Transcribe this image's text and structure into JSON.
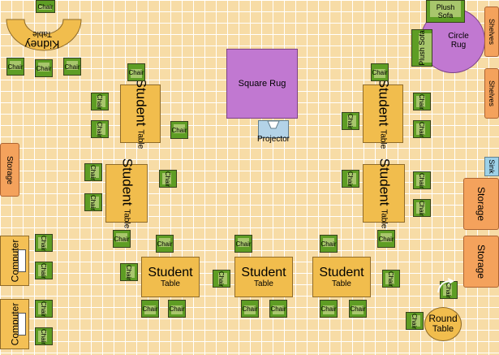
{
  "labels": {
    "chair": "Chair",
    "student": "Student",
    "table": "Table",
    "storage": "Storage",
    "shelves": "Shelves",
    "computer": "Computer",
    "kidney": "Kidney",
    "square_rug": "Square Rug",
    "circle_rug": "Circle Rug",
    "projector": "Projector",
    "sink": "Sink",
    "plush_sofa": "Plush Sofa",
    "plush": "Plush",
    "sofa": "Sofa",
    "round": "Round"
  },
  "colors": {
    "floor": "#f7dca6",
    "grid": "#ffffff",
    "table": "#f1bd4d",
    "chair": "#5e9d24",
    "chair_seat": "#a8c66c",
    "storage": "#f4a25c",
    "rug": "#c178d1",
    "projector": "#b3d3e7",
    "sink": "#9dd1e8"
  },
  "icons": [
    "kidney-table-icon",
    "projector-icon",
    "keyboard-icon",
    "door-swing-icon"
  ]
}
